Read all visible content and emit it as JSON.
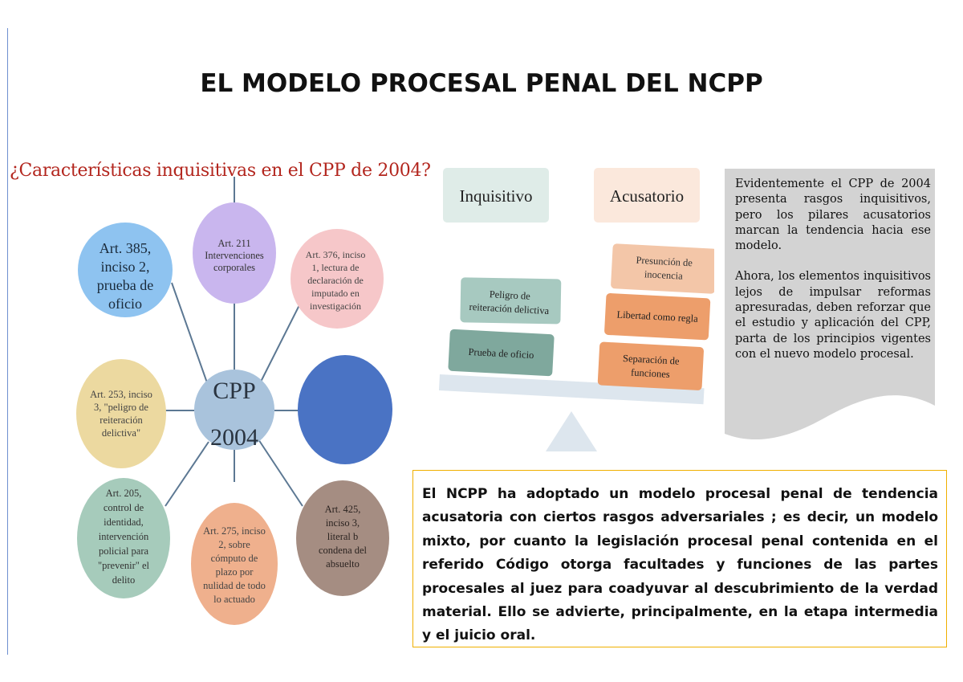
{
  "title": "EL MODELO PROCESAL PENAL DEL NCPP",
  "subtitle": "¿Características inquisitivas en el CPP de 2004?",
  "center": {
    "line1": "CPP",
    "line2": "2004"
  },
  "circles": {
    "art385": [
      "Art. 385,",
      "inciso 2,",
      "prueba de",
      "oficio"
    ],
    "art211": [
      "Art. 211",
      "Intervenciones",
      "corporales"
    ],
    "art376": [
      "Art. 376, inciso",
      "1, lectura de",
      "declaración de",
      "imputado en",
      "investigación"
    ],
    "art253": [
      "Art. 253, inciso",
      "3, \"peligro de",
      "reiteración",
      "delictiva\""
    ],
    "art205": [
      "Art. 205,",
      "control de",
      "identidad,",
      "intervención",
      "policial para",
      "\"prevenir\" el",
      "delito"
    ],
    "art275": [
      "Art. 275, inciso",
      "2, sobre",
      "cómputo de",
      "plazo por",
      "nulidad de todo",
      "lo actuado"
    ],
    "art425": [
      "Art. 425,",
      "inciso 3,",
      "literal b",
      "condena del",
      "absuelto"
    ]
  },
  "colors": {
    "center": "#a9c3dc",
    "art385": "#8ec3f0",
    "art211": "#c9b6ee",
    "art376": "#f6c7c9",
    "art253": "#ecd9a0",
    "art205": "#a6cbbb",
    "art275": "#efb08d",
    "art425": "#a58d82",
    "blank": "#4a73c4",
    "spoke": "#5c7893",
    "inquisitivo_item": "#a7c9c0",
    "inquisitivo_item_dark": "#7fa89d",
    "acusatorio_item": "#f3c6a8",
    "acusatorio_item_dark": "#ed9e6b",
    "note_bg": "#d3d3d3",
    "box_border": "#f0b000",
    "subtitle": "#b3261e"
  },
  "scale": {
    "left_label": "Inquisitivo",
    "right_label": "Acusatorio",
    "left_items": [
      "Peligro de reiteración delictiva",
      "Prueba de oficio"
    ],
    "right_items": [
      "Presunción de inocencia",
      "Libertad como regla",
      "Separación de funciones"
    ]
  },
  "note": {
    "p1": "Evidentemente el CPP de 2004 presenta rasgos inquisitivos, pero los pilares acusatorios marcan la tendencia hacia ese modelo.",
    "p2": "Ahora, los elementos inquisitivos lejos de impulsar reformas apresuradas, deben reforzar que el estudio y aplicación del CPP, parta de los principios vigentes con el nuevo modelo procesal."
  },
  "summary": "El NCPP ha adoptado un modelo procesal penal de tendencia acusatoria con ciertos rasgos adversariales ; es decir, un modelo mixto, por cuanto la legislación procesal penal contenida en el referido Código otorga facultades y funciones de las partes procesales al juez para coadyuvar al descubrimiento de la verdad material. Ello se advierte, principalmente, en la etapa intermedia y el juicio oral."
}
